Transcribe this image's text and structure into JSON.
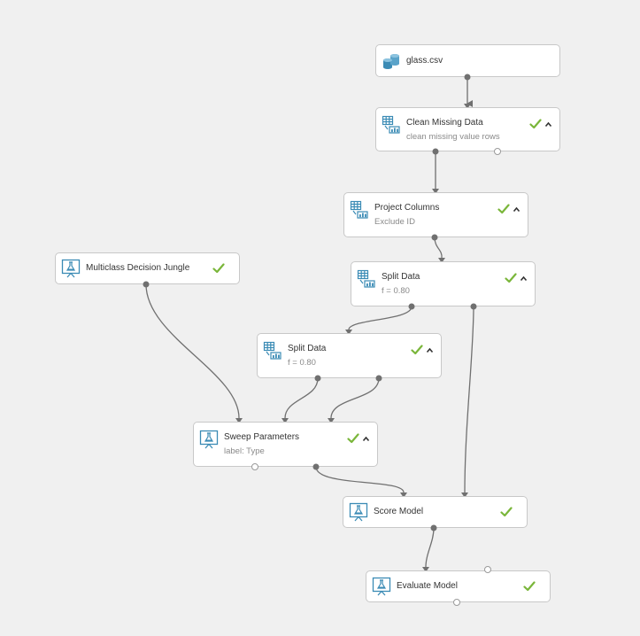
{
  "colors": {
    "canvas": "#f0f0f0",
    "check": "#7ab63a",
    "icon": "#3b8bb5",
    "wire": "#707070"
  },
  "nodes": {
    "glass": {
      "title": "glass.csv",
      "icon": "dataset-icon"
    },
    "clean": {
      "title": "Clean Missing Data",
      "subtitle": "clean missing value rows",
      "icon": "table-transform-icon",
      "done": true
    },
    "project": {
      "title": "Project Columns",
      "subtitle": "Exclude ID",
      "icon": "table-transform-icon",
      "done": true
    },
    "multiclass": {
      "title": "Multiclass Decision Jungle",
      "icon": "flask-icon",
      "done": true
    },
    "split1": {
      "title": "Split Data",
      "subtitle": "f = 0.80",
      "icon": "table-transform-icon",
      "done": true
    },
    "split2": {
      "title": "Split Data",
      "subtitle": "f = 0.80",
      "icon": "table-transform-icon",
      "done": true
    },
    "sweep": {
      "title": "Sweep Parameters",
      "subtitle": "label: Type",
      "icon": "flask-icon",
      "done": true
    },
    "score": {
      "title": "Score Model",
      "icon": "flask-icon",
      "done": true
    },
    "evaluate": {
      "title": "Evaluate Model",
      "icon": "flask-icon",
      "done": true
    }
  }
}
